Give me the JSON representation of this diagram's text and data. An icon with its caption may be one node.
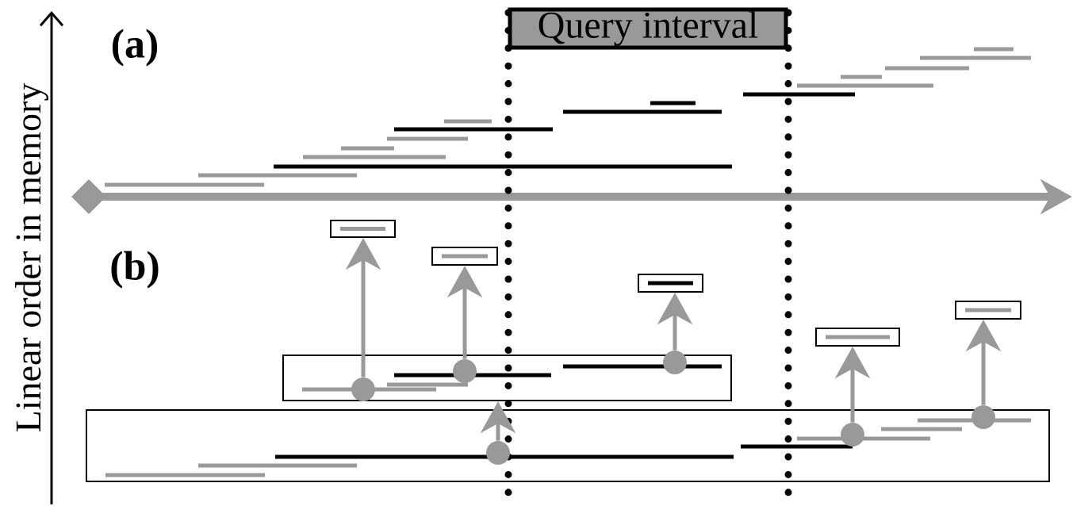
{
  "diagram": {
    "nodes": [
      {
        "text": [
          "Query interval"
        ]
      },
      {
        "text": [],
        "shape": "box"
      },
      {
        "text": [],
        "shape": "box"
      },
      {
        "text": [],
        "shape": "box"
      },
      {
        "text": [],
        "shape": "box"
      },
      {
        "text": [],
        "shape": "box"
      },
      {
        "text": [],
        "shape": "box"
      },
      {
        "text": [],
        "shape": "circle",
        "in": 6
      },
      {
        "text": [],
        "shape": "circle",
        "in": 6
      },
      {
        "text": [],
        "shape": "circle",
        "in": 6
      },
      {
        "text": [],
        "shape": "box"
      },
      {
        "text": [],
        "shape": "circle",
        "in": 10
      },
      {
        "text": [],
        "shape": "circle",
        "in": 10
      },
      {
        "text": [],
        "shape": "circle",
        "in": 10
      }
    ],
    "edges": [
      {
        "from": 7,
        "to": 1,
        "arrow": "to"
      },
      {
        "from": 8,
        "to": 2,
        "arrow": "to"
      },
      {
        "from": 9,
        "to": 3,
        "arrow": "to"
      },
      {
        "from": 11,
        "to": 6,
        "arrow": "to"
      },
      {
        "from": 12,
        "to": 5,
        "arrow": "to"
      },
      {
        "from": 13,
        "to": 4,
        "arrow": "to"
      }
    ],
    "labels": [
      "(a)",
      "(b)",
      "Linear order in memory"
    ]
  }
}
